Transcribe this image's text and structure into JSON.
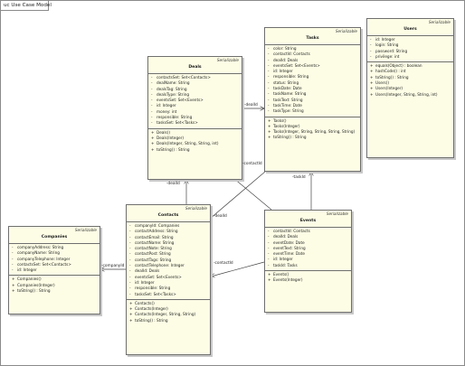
{
  "diagram": {
    "tab_title": "uc Use Case Model",
    "classes": [
      {
        "id": "users",
        "name": "Users",
        "stereotype": "Serializable",
        "attributes": [
          {
            "vis": "-",
            "text": "id:  Integer"
          },
          {
            "vis": "-",
            "text": "login:  String"
          },
          {
            "vis": "-",
            "text": "password:  String"
          },
          {
            "vis": "-",
            "text": "privilege:  int"
          }
        ],
        "operations": [
          {
            "vis": "+",
            "text": "equals(Object) : boolean"
          },
          {
            "vis": "+",
            "text": "hashCode() : int"
          },
          {
            "vis": "+",
            "text": "toString() : String"
          },
          {
            "vis": "+",
            "text": "Users()"
          },
          {
            "vis": "+",
            "text": "Users(Integer)"
          },
          {
            "vis": "+",
            "text": "Users(Integer, String, String, int)"
          }
        ]
      },
      {
        "id": "tasks",
        "name": "Tasks",
        "stereotype": "Serializable",
        "attributes": [
          {
            "vis": "-",
            "text": "color:  String"
          },
          {
            "vis": "-",
            "text": "contactId:  Contacts"
          },
          {
            "vis": "-",
            "text": "dealId:  Deals"
          },
          {
            "vis": "-",
            "text": "eventsSet:  Set<Events>"
          },
          {
            "vis": "-",
            "text": "id:  Integer"
          },
          {
            "vis": "-",
            "text": "responsible:  String"
          },
          {
            "vis": "-",
            "text": "status:  String"
          },
          {
            "vis": "-",
            "text": "taskDate:  Date"
          },
          {
            "vis": "-",
            "text": "taskName:  String"
          },
          {
            "vis": "-",
            "text": "taskText:  String"
          },
          {
            "vis": "-",
            "text": "taskTime:  Date"
          },
          {
            "vis": "-",
            "text": "taskType:  String"
          }
        ],
        "operations": [
          {
            "vis": "+",
            "text": "Tasks()"
          },
          {
            "vis": "+",
            "text": "Tasks(Integer)"
          },
          {
            "vis": "+",
            "text": "Tasks(Integer, String, String, String, String)"
          },
          {
            "vis": "+",
            "text": "toString() : String"
          }
        ]
      },
      {
        "id": "deals",
        "name": "Deals",
        "stereotype": "Serializable",
        "attributes": [
          {
            "vis": "-",
            "text": "contactsSet:  Set<Contacts>"
          },
          {
            "vis": "-",
            "text": "dealName:  String"
          },
          {
            "vis": "-",
            "text": "dealsTag:  String"
          },
          {
            "vis": "-",
            "text": "dealsType:  String"
          },
          {
            "vis": "-",
            "text": "eventsSet:  Set<Events>"
          },
          {
            "vis": "-",
            "text": "id:  Integer"
          },
          {
            "vis": "-",
            "text": "money:  int"
          },
          {
            "vis": "-",
            "text": "responsible:  String"
          },
          {
            "vis": "-",
            "text": "tasksSet:  Set<Tasks>"
          }
        ],
        "operations": [
          {
            "vis": "+",
            "text": "Deals()"
          },
          {
            "vis": "+",
            "text": "Deals(Integer)"
          },
          {
            "vis": "+",
            "text": "Deals(Integer, String, String, int)"
          },
          {
            "vis": "+",
            "text": "toString() : String"
          }
        ]
      },
      {
        "id": "contacts",
        "name": "Contacts",
        "stereotype": "Serializable",
        "attributes": [
          {
            "vis": "-",
            "text": "companyId:  Companies"
          },
          {
            "vis": "-",
            "text": "contactAddress:  String"
          },
          {
            "vis": "-",
            "text": "contactEmail:  String"
          },
          {
            "vis": "-",
            "text": "contactName:  String"
          },
          {
            "vis": "-",
            "text": "contactNote:  String"
          },
          {
            "vis": "-",
            "text": "contactPost:  String"
          },
          {
            "vis": "-",
            "text": "contactTags:  String"
          },
          {
            "vis": "-",
            "text": "contactTelephone:  Integer"
          },
          {
            "vis": "-",
            "text": "dealId:  Deals"
          },
          {
            "vis": "-",
            "text": "eventsSet:  Set<Events>"
          },
          {
            "vis": "-",
            "text": "id:  Integer"
          },
          {
            "vis": "-",
            "text": "responsible:  String"
          },
          {
            "vis": "-",
            "text": "tasksSet:  Set<Tasks>"
          }
        ],
        "operations": [
          {
            "vis": "+",
            "text": "Contacts()"
          },
          {
            "vis": "+",
            "text": "Contacts(Integer)"
          },
          {
            "vis": "+",
            "text": "Contacts(Integer, String, String)"
          },
          {
            "vis": "+",
            "text": "toString() : String"
          }
        ]
      },
      {
        "id": "companies",
        "name": "Companies",
        "stereotype": "Serializable",
        "attributes": [
          {
            "vis": "-",
            "text": "companyAddress:  String"
          },
          {
            "vis": "-",
            "text": "companyName:  String"
          },
          {
            "vis": "-",
            "text": "companyTelephone:  Integer"
          },
          {
            "vis": "-",
            "text": "contactsSet:  Set<Contacts>"
          },
          {
            "vis": "-",
            "text": "id:  Integer"
          }
        ],
        "operations": [
          {
            "vis": "+",
            "text": "Companies()"
          },
          {
            "vis": "+",
            "text": "Companies(Integer)"
          },
          {
            "vis": "+",
            "text": "toString() : String"
          }
        ]
      },
      {
        "id": "events",
        "name": "Events",
        "stereotype": "Serializable",
        "attributes": [
          {
            "vis": "-",
            "text": "contactId:  Contacts"
          },
          {
            "vis": "-",
            "text": "dealId:  Deals"
          },
          {
            "vis": "-",
            "text": "eventDate:  Date"
          },
          {
            "vis": "-",
            "text": "eventText:  String"
          },
          {
            "vis": "-",
            "text": "eventTime:  Date"
          },
          {
            "vis": "-",
            "text": "id:  Integer"
          },
          {
            "vis": "-",
            "text": "taskId:  Tasks"
          }
        ],
        "operations": [
          {
            "vis": "+",
            "text": "Events()"
          },
          {
            "vis": "+",
            "text": "Events(Integer)"
          }
        ]
      }
    ],
    "associations": [
      {
        "id": "deals-tasks",
        "label": "-dealId"
      },
      {
        "id": "contacts-tasks",
        "label": "-contactId"
      },
      {
        "id": "contacts-deals",
        "label": "-dealId"
      },
      {
        "id": "contacts-companies",
        "label": "-companyId"
      },
      {
        "id": "events-contacts",
        "label": "-contactId"
      },
      {
        "id": "events-deals",
        "label": "-dealId"
      },
      {
        "id": "events-tasks",
        "label": "-taskId"
      }
    ]
  }
}
